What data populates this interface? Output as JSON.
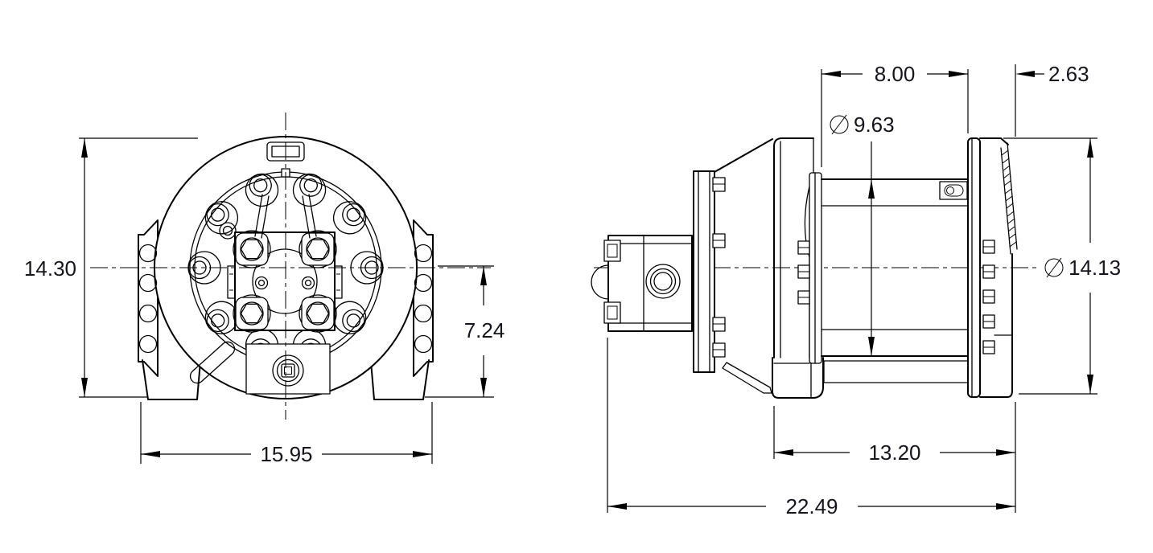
{
  "drawing": {
    "type": "technical-dimension-drawing",
    "subject": "hydraulic winch, front and side orthographic views",
    "background": "#ffffff",
    "line_color": "#000000",
    "text_color": "#15151e"
  },
  "front_view": {
    "overall_height": "14.30",
    "overall_width": "15.95",
    "centerline_to_base": "7.24"
  },
  "side_view": {
    "drum_length": "8.00",
    "end_offset": "2.63",
    "drum_barrel_diameter": "9.63",
    "flange_diameter": "14.13",
    "mounting_length": "13.20",
    "overall_length": "22.49"
  }
}
